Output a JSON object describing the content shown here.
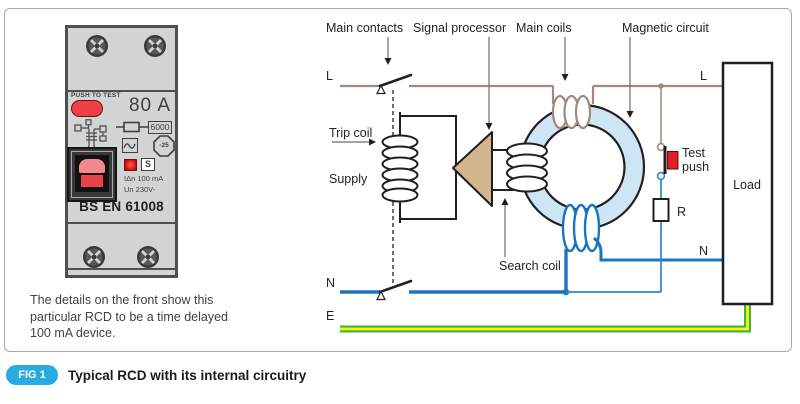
{
  "figure": {
    "badge": "FIG 1",
    "title": "Typical RCD with its internal circuitry"
  },
  "caption": {
    "line1": "The details on the front show this",
    "line2": "particular RCD to be a time delayed",
    "line3": "100 mA device."
  },
  "device": {
    "push_to_test": "PUSH TO TEST",
    "current_rating": "80 A",
    "breaking_capacity": "6000",
    "s_type_marking": "S",
    "sensitivity": "IΔn 100 mA",
    "voltage": "Un 230V-",
    "standard": "BS EN 61008",
    "temperature_marking": "-25"
  },
  "diagram": {
    "labels": {
      "main_contacts": "Main contacts",
      "signal_processor": "Signal processor",
      "main_coils": "Main coils",
      "magnetic_circuit": "Magnetic circuit",
      "line_left": "L",
      "line_right": "L",
      "trip_coil": "Trip coil",
      "supply": "Supply",
      "search_coil": "Search coil",
      "neutral_left": "N",
      "neutral_right": "N",
      "earth": "E",
      "test_push_line1": "Test",
      "test_push_line2": "push",
      "resistor": "R",
      "load": "Load"
    },
    "colors": {
      "phase_line": "#a1887b",
      "neutral_line": "#1b75bc",
      "earth_green": "#39b54a",
      "earth_yellow": "#fff200",
      "magnetic_core_fill": "#cde5f4",
      "signal_processor_fill": "#d4b68e",
      "test_button_red": "#e31f26",
      "figure_badge_cyan": "#29abe2"
    }
  }
}
